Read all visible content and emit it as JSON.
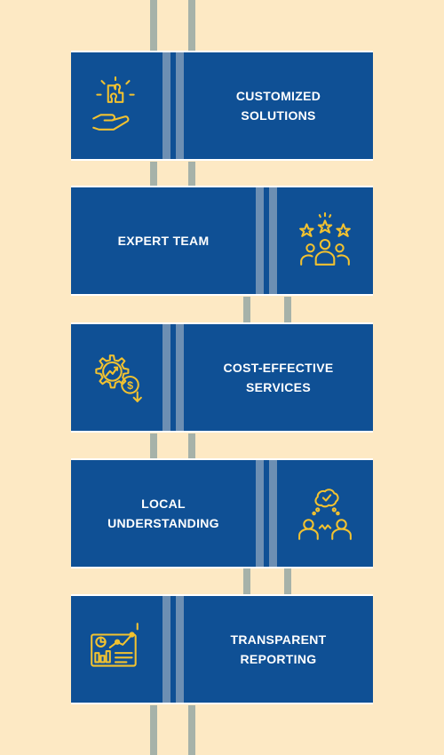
{
  "colors": {
    "background": "#fde9c4",
    "card": "#0f5095",
    "stripe": "#6d8fb3",
    "rail": "#a6b2a9",
    "icon": "#f2c230",
    "text": "#ffffff"
  },
  "steps": [
    {
      "label": "CUSTOMIZED\nSOLUTIONS",
      "icon": "puzzle-hand-icon"
    },
    {
      "label": "EXPERT TEAM",
      "icon": "team-stars-icon"
    },
    {
      "label": "COST-EFFECTIVE\nSERVICES",
      "icon": "gear-dollar-icon"
    },
    {
      "label": "LOCAL\nUNDERSTANDING",
      "icon": "thinking-people-icon"
    },
    {
      "label": "TRANSPARENT\nREPORTING",
      "icon": "analytics-dashboard-icon"
    }
  ]
}
